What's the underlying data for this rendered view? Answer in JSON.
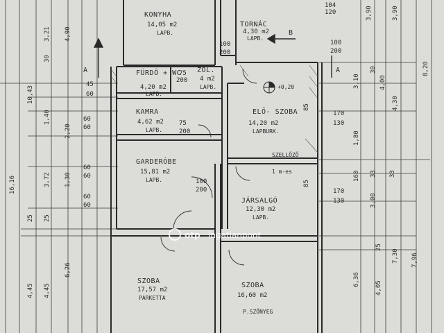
{
  "rooms": {
    "kitchen": {
      "name": "KONYHA",
      "area": "14,05 m2",
      "floor": "LAPB."
    },
    "porch": {
      "name": "TORNÁC",
      "area": "4,30 m2",
      "floor": "LAPB."
    },
    "bathroom": {
      "name": "FÜRDŐ + WC",
      "area": "4,20 m2",
      "floor": "LAPB."
    },
    "wc": {
      "name": "ZÖL.",
      "area": "4 m2",
      "floor": "LAPB."
    },
    "pantry": {
      "name": "KAMRA",
      "area": "4,62 m2",
      "floor": "LAPB."
    },
    "entrance": {
      "name": "ELŐ- SZOBA",
      "area": "14,20 m2",
      "floor": "LAPBURK."
    },
    "wardrobe": {
      "name": "GARDERÓBE",
      "area": "15,81 m2",
      "floor": "LAPB."
    },
    "lounge": {
      "name": "JÁRSALGÓ",
      "area": "12,30 m2",
      "floor": "LAPB."
    },
    "room1": {
      "name": "SZOBA",
      "area": "17,57 m2",
      "floor": "PARKETTA"
    },
    "room2": {
      "name": "SZOBA",
      "area": "16,60 m2",
      "floor": "P.SZŐNYEG"
    }
  },
  "markers": {
    "section_a_left": "A",
    "section_a_right": "A",
    "section_b": "B",
    "level": "+0,20"
  },
  "dims": {
    "top_right_1": "104",
    "top_right_2": "120",
    "porch_door_w": "100",
    "porch_door_h": "200",
    "kitchen_door_w": "100",
    "kitchen_door_h": "200",
    "right_door_w": "100",
    "right_door_h": "200",
    "bath_door_w": "75",
    "bath_door_h": "200",
    "wc_door": "75",
    "pantry_door_w": "75",
    "pantry_door_h": "200",
    "left_win_1a": "45",
    "left_win_1b": "60",
    "left_win_2a": "60",
    "left_win_2b": "60",
    "left_win_3a": "60",
    "left_win_3b": "60",
    "left_win_4a": "60",
    "left_win_4b": "60",
    "wardrobe_door_w": "100",
    "wardrobe_door_h": "200",
    "entrance_win_w": "170",
    "entrance_win_h": "130",
    "lounge_win_w": "170",
    "lounge_win_h": "130",
    "entrance_small": "85",
    "lounge_small": "85",
    "vertical_left_1": "16,16",
    "vertical_left_2": "10,43",
    "vertical_left_3": "3,21",
    "vertical_left_4": "4,90",
    "vertical_left_5": "30",
    "vertical_left_6": "1,40",
    "vertical_left_7": "2,20",
    "vertical_left_8": "3,72",
    "vertical_left_9": "1,30",
    "vertical_left_10": "25",
    "vertical_left_11": "25",
    "vertical_left_12": "4,45",
    "vertical_left_13": "4,45",
    "vertical_left_14": "6,26",
    "vertical_right_1": "3,90",
    "vertical_right_2": "3,90",
    "vertical_right_3": "8,20",
    "vertical_right_4": "4,30",
    "vertical_right_5": "1,80",
    "vertical_right_6": "3,10",
    "vertical_right_7": "4,00",
    "vertical_right_8": "30",
    "vertical_right_9": "160",
    "vertical_right_10": "3,00",
    "vertical_right_11": "33",
    "vertical_right_12": "33",
    "vertical_right_13": "4,05",
    "vertical_right_14": "25",
    "vertical_right_15": "7,30",
    "vertical_right_16": "7,96",
    "vertical_right_17": "6,36"
  },
  "labels": {
    "szell": "SZELLŐZŐ",
    "szell2": "1 m-es"
  },
  "watermark": {
    "brand": "otp",
    "text": "ingatlanpont"
  }
}
